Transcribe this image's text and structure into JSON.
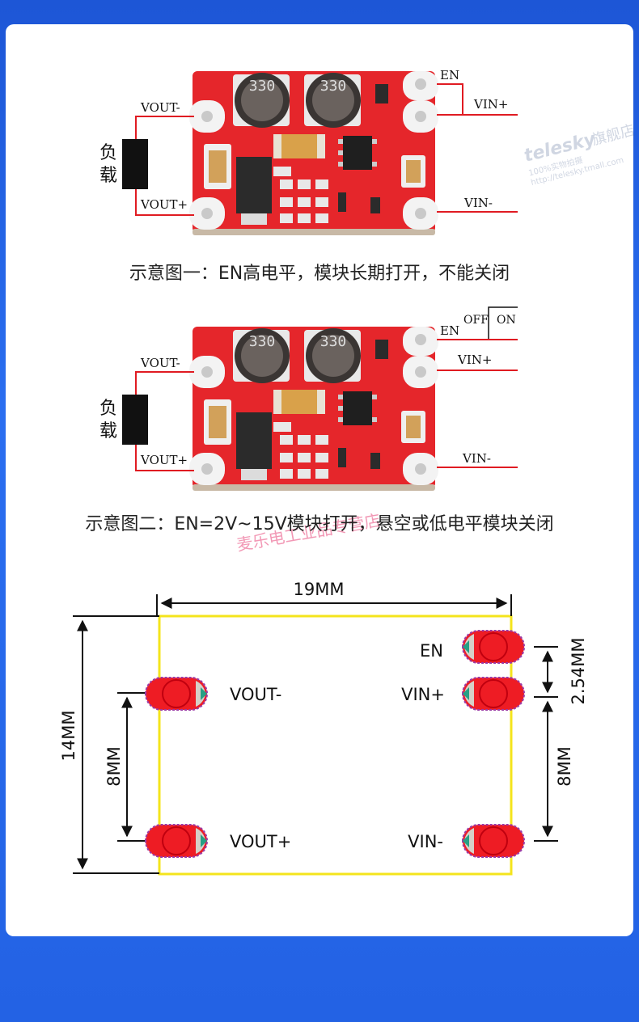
{
  "diagram1": {
    "labels": {
      "en": "EN",
      "vin_plus": "VIN+",
      "vin_minus": "VIN-",
      "vout_minus": "VOUT-",
      "vout_plus": "VOUT+",
      "load_1": "负",
      "load_2": "载",
      "inductor_1": "330",
      "inductor_2": "330"
    },
    "caption": "示意图一：EN高电平，模块长期打开，不能关闭"
  },
  "diagram2": {
    "labels": {
      "en": "EN",
      "off": "OFF",
      "on": "ON",
      "vin_plus": "VIN+",
      "vin_minus": "VIN-",
      "vout_minus": "VOUT-",
      "vout_plus": "VOUT+",
      "load_1": "负",
      "load_2": "载",
      "inductor_1": "330",
      "inductor_2": "330"
    },
    "caption": "示意图二：EN=2V~15V模块打开，悬空或低电平模块关闭"
  },
  "dimensions": {
    "width": "19MM",
    "height": "14MM",
    "left_spacing": "8MM",
    "right_spacing": "8MM",
    "pitch": "2.54MM",
    "pins": {
      "en": "EN",
      "vin_plus": "VIN+",
      "vin_minus": "VIN-",
      "vout_minus": "VOUT-",
      "vout_plus": "VOUT+"
    }
  },
  "watermark": {
    "brand": "telesky",
    "cn": "旗舰店",
    "sub": "100%实物拍摄",
    "url": "http://telesky.tmall.com",
    "stamp": "麦乐电工业品专营店"
  },
  "colors": {
    "pcb": "#e5262b",
    "background": "#2563e6",
    "outline": "#f4e41c",
    "pad_red": "#ee1c24"
  }
}
